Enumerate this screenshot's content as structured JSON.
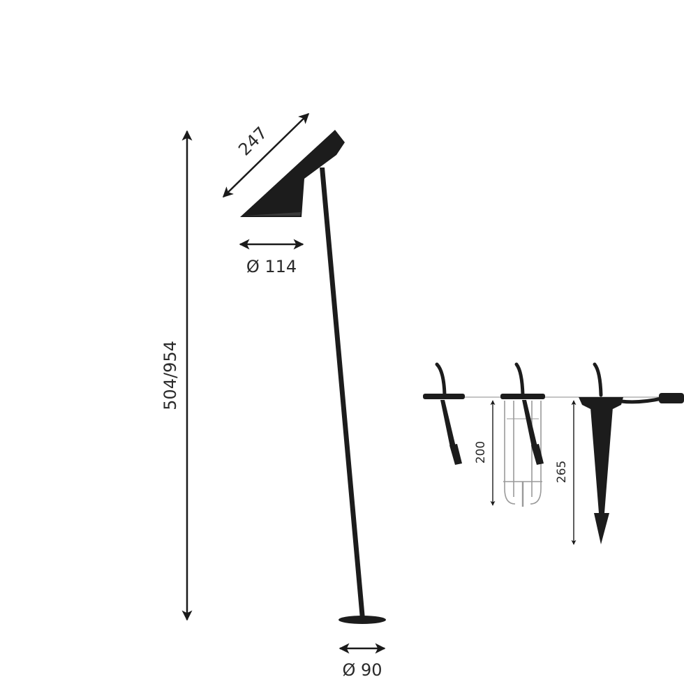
{
  "dimensions": {
    "height_label": "504/954",
    "shade_length_label": "247",
    "shade_diameter_label": "Ø 114",
    "base_diameter_label": "Ø 90",
    "ground_depth_label": "200",
    "spike_length_label": "265"
  },
  "colors": {
    "lamp": "#1c1c1c",
    "dimension_line": "#1a1a1a",
    "frame_metal": "#9a9a9a"
  }
}
